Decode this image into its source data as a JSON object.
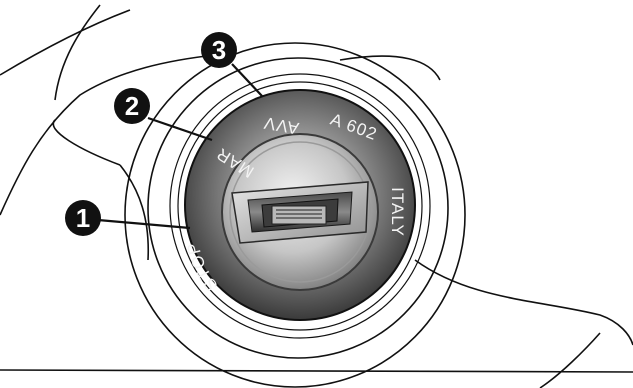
{
  "ring_labels": {
    "stop": "STOP",
    "mar": "MAR",
    "avv": "AVV",
    "model": "A 602",
    "country": "ITALY"
  },
  "callouts": [
    {
      "number": "1",
      "target": "STOP position"
    },
    {
      "number": "2",
      "target": "MAR position"
    },
    {
      "number": "3",
      "target": "AVV position"
    }
  ]
}
